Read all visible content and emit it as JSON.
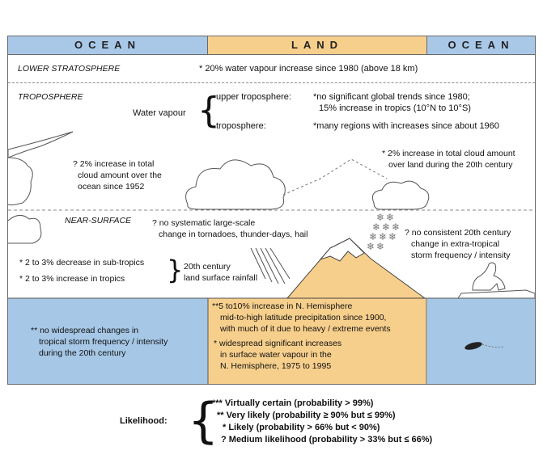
{
  "colors": {
    "ocean": "#a9c8e8",
    "land": "#f7cf8c",
    "sea": "#a6c7e6",
    "snow": "#ffffff"
  },
  "header": {
    "ocean_left": "OCEAN",
    "land": "LAND",
    "ocean_right": "OCEAN"
  },
  "layers": {
    "lower_stratosphere": "LOWER STRATOSPHERE",
    "troposphere": "TROPOSPHERE",
    "near_surface": "NEAR-SURFACE"
  },
  "stratosphere_note": "* 20% water vapour increase since 1980 (above 18 km)",
  "water_vapour": {
    "label": "Water vapour",
    "upper_label": "upper troposphere:",
    "upper_line1": "*no significant global trends since 1980;",
    "upper_line2": "15% increase in tropics (10°N to 10°S)",
    "tropo_label": "troposphere:",
    "tropo_text": "*many regions with increases since about 1960"
  },
  "cloud_ocean": [
    "? 2% increase in total",
    "cloud amount over the",
    "ocean since 1952"
  ],
  "cloud_land": [
    "* 2% increase in total cloud amount",
    "over land during the 20th century"
  ],
  "tornado": [
    "? no systematic large-scale",
    "change in tornadoes, thunder-days, hail"
  ],
  "storm_extratropical": [
    "? no consistent 20th century",
    "change in extra-tropical",
    "storm frequency / intensity"
  ],
  "rainfall": {
    "line1": "* 2 to 3% decrease in sub-tropics",
    "line2": "* 2 to 3% increase in tropics",
    "label1": "20th century",
    "label2": "land surface rainfall"
  },
  "land_precip": [
    "**5 to10% increase in N. Hemisphere",
    "mid-to-high latitude precipitation since 1900,",
    "with much of it due to heavy / extreme events"
  ],
  "land_vapour": [
    "* widespread significant increases",
    "in surface water vapour in the",
    "N. Hemisphere, 1975 to 1995"
  ],
  "tropical_storm": [
    "** no widespread changes in",
    "tropical storm frequency / intensity",
    "during the 20th century"
  ],
  "legend": {
    "title": "Likelihood:",
    "items": [
      "*** Virtually certain  (probability > 99%)",
      "** Very likely  (probability ≥ 90% but ≤ 99%)",
      "* Likely  (probability > 66% but < 90%)",
      "? Medium likelihood (probability > 33% but ≤ 66%)"
    ]
  }
}
